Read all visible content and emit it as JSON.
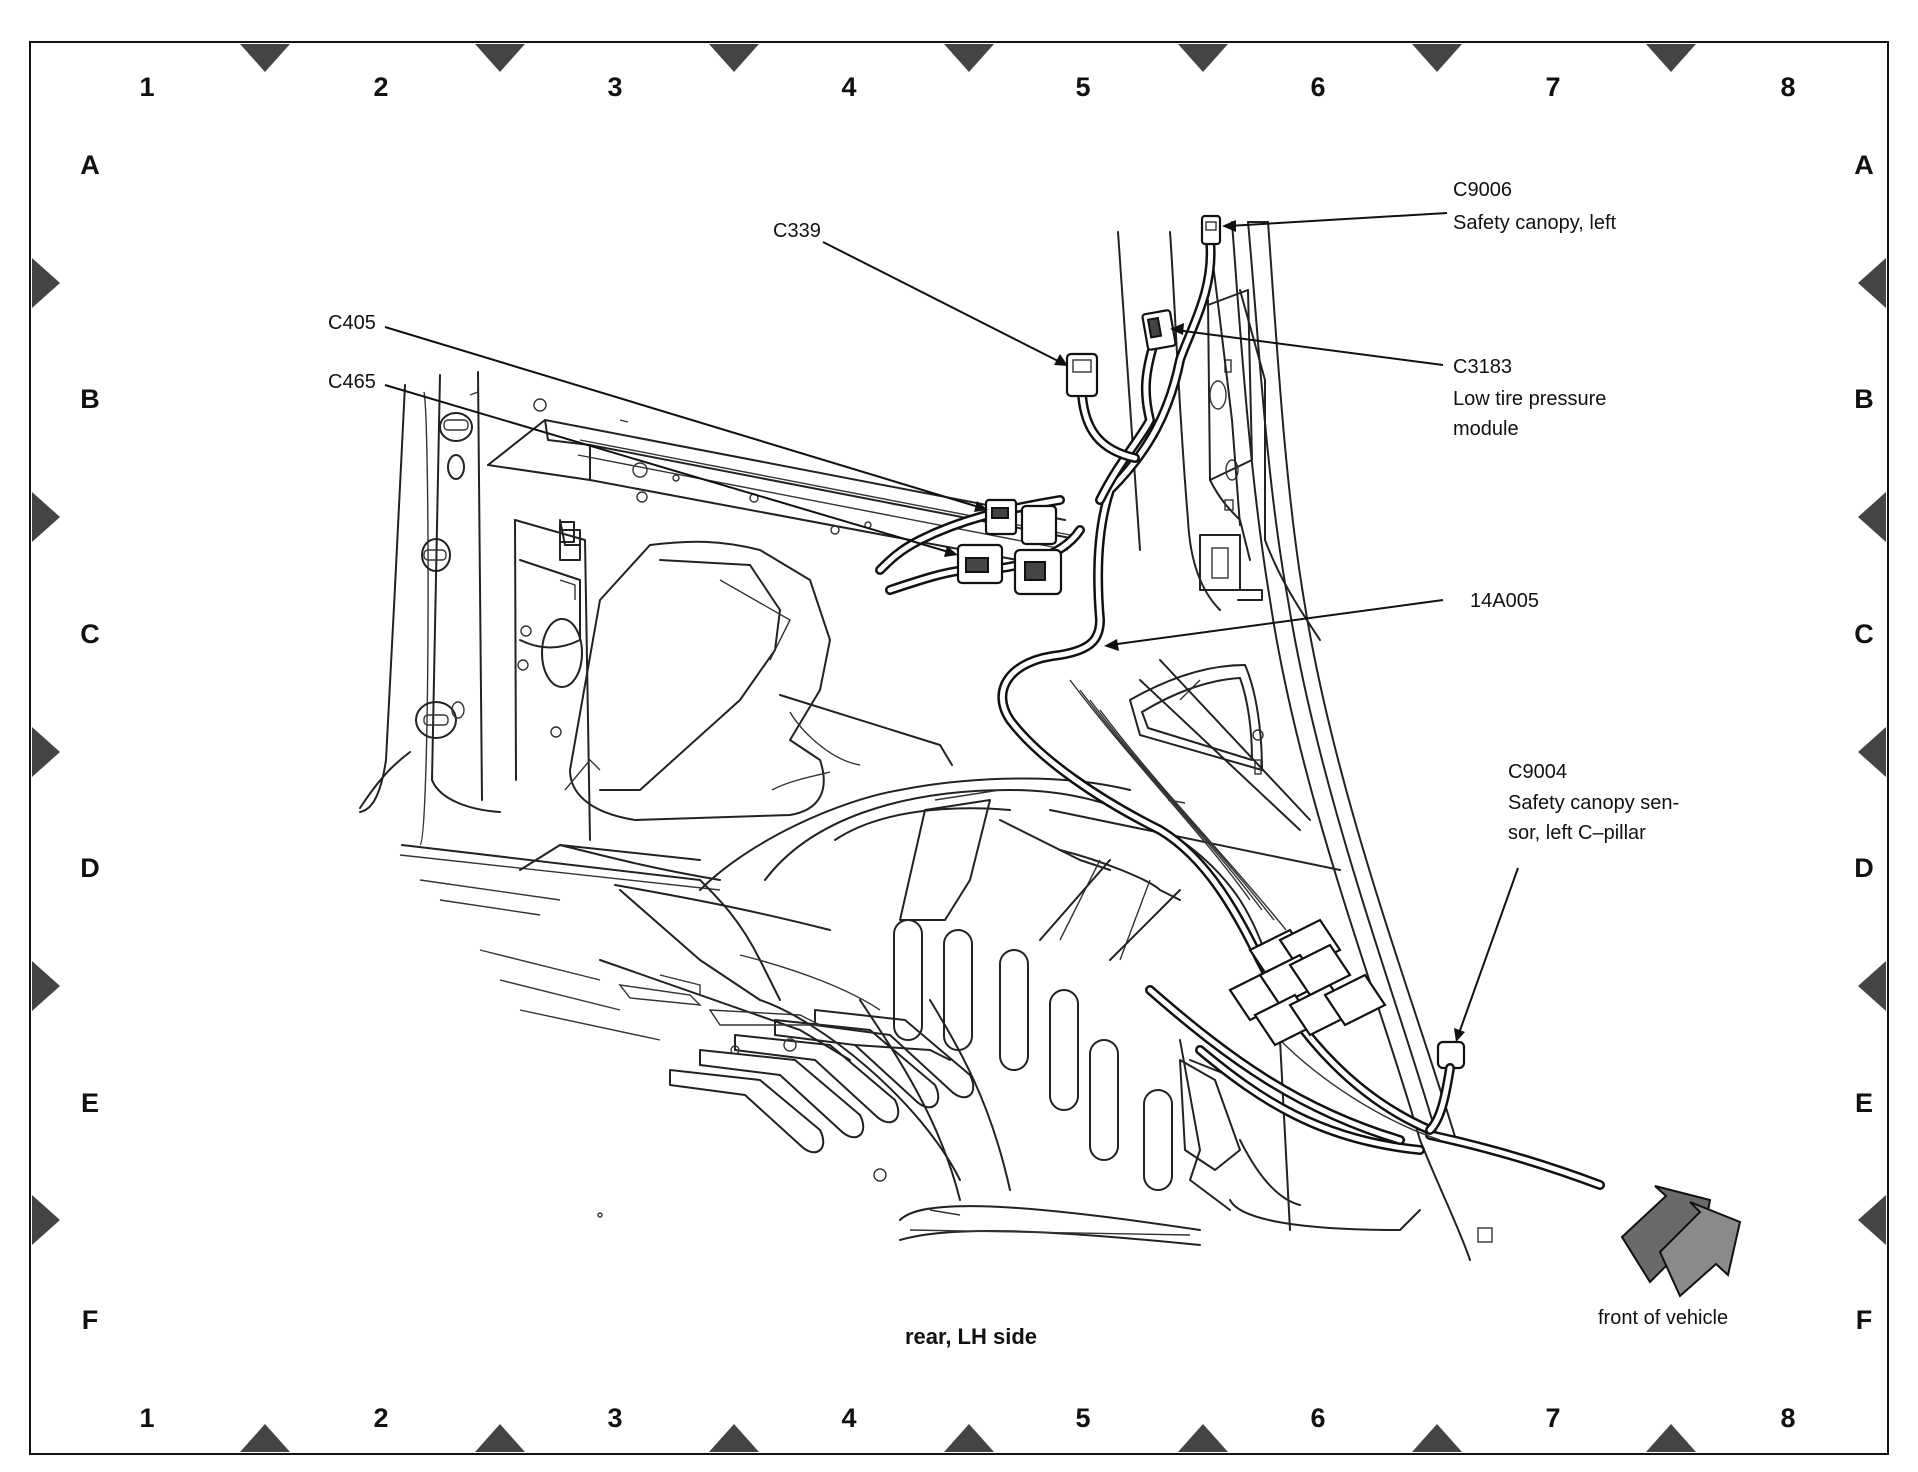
{
  "grid": {
    "columns": [
      "1",
      "2",
      "3",
      "4",
      "5",
      "6",
      "7",
      "8"
    ],
    "rows": [
      "A",
      "B",
      "C",
      "D",
      "E",
      "F"
    ]
  },
  "callouts": {
    "c9006": {
      "id": "C9006",
      "desc": "Safety canopy, left"
    },
    "c339": {
      "id": "C339"
    },
    "c405": {
      "id": "C405"
    },
    "c465": {
      "id": "C465"
    },
    "c3183": {
      "id": "C3183",
      "desc_line1": "Low tire pressure",
      "desc_line2": "module"
    },
    "h14a005": {
      "id": "14A005"
    },
    "c9004": {
      "id": "C9004",
      "desc_line1": "Safety canopy sen-",
      "desc_line2": "sor, left C–pillar"
    }
  },
  "caption": "rear, LH side",
  "direction_note": "front of vehicle"
}
